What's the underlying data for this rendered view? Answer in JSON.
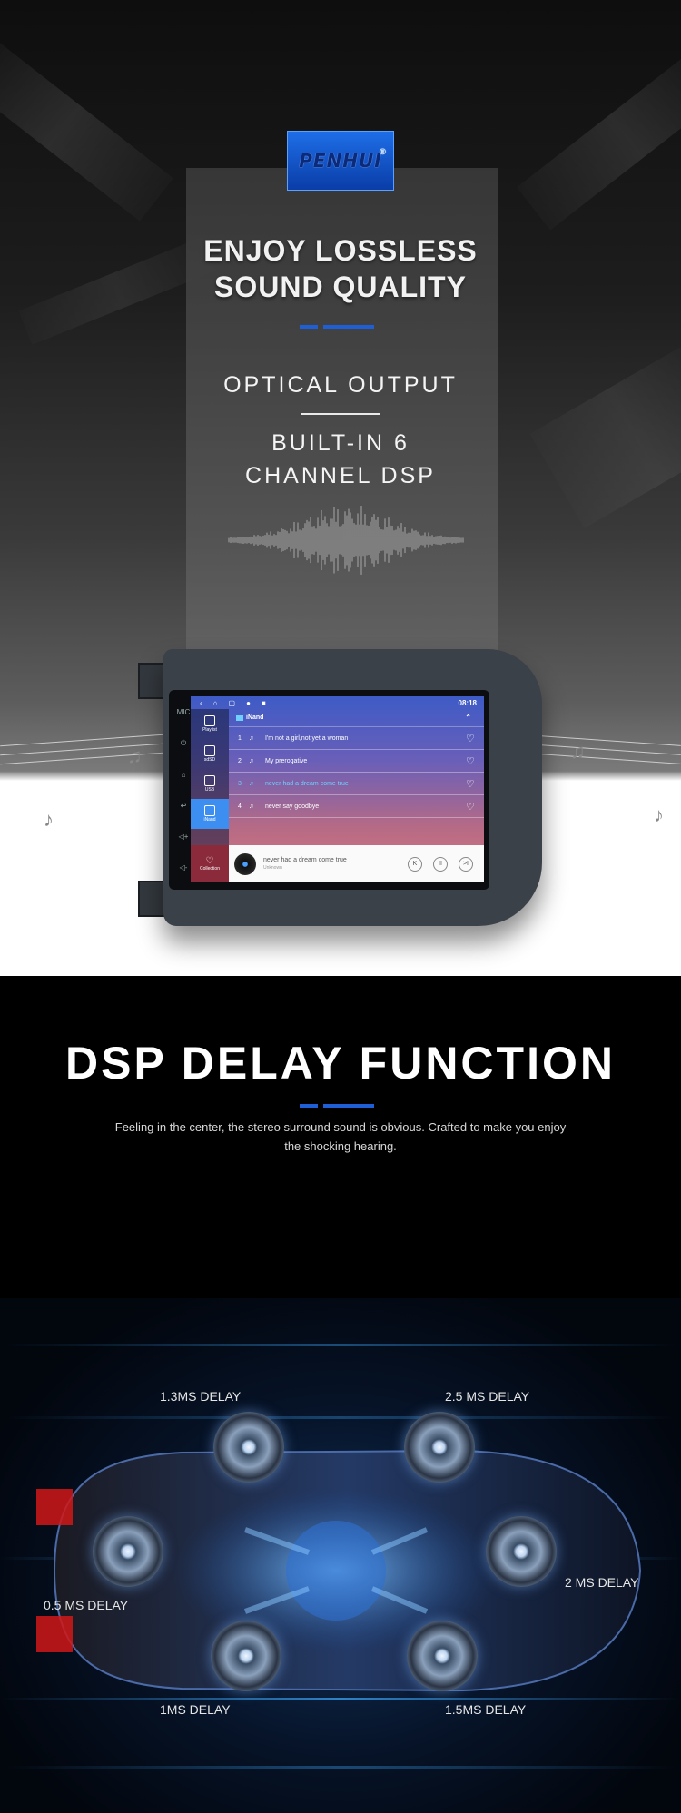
{
  "brand": {
    "logo_text": "PENHUI",
    "logo_mark": "®"
  },
  "hero": {
    "headline_line1": "ENJOY LOSSLESS",
    "headline_line2": "SOUND QUALITY",
    "feature1": "OPTICAL OUTPUT",
    "feature2_line1": "BUILT-IN 6",
    "feature2_line2": "CHANNEL DSP",
    "accent_color": "#1f5fd6"
  },
  "device": {
    "status_time": "08:18",
    "nav": [
      {
        "label": "Playlist",
        "icon": "list-icon"
      },
      {
        "label": "sdSD",
        "icon": "sd-card-icon"
      },
      {
        "label": "USB",
        "icon": "usb-icon"
      },
      {
        "label": "iNand",
        "icon": "storage-icon"
      },
      {
        "label": "Collection",
        "icon": "heart-icon"
      }
    ],
    "list_header": "iNand",
    "tracks": [
      {
        "num": "1",
        "title": "I'm not a girl,not yet a woman"
      },
      {
        "num": "2",
        "title": "My prerogative"
      },
      {
        "num": "3",
        "title": "never had a dream come true"
      },
      {
        "num": "4",
        "title": "never say goodbye"
      }
    ],
    "now_playing": {
      "title": "never had a dream come true",
      "artist": "Unknown"
    },
    "side_keys": [
      "MIC",
      "⏻",
      "⌂",
      "↩",
      "◁+",
      "◁-"
    ]
  },
  "dsp": {
    "title": "DSP DELAY FUNCTION",
    "description": "Feeling in the center, the stereo surround sound is obvious. Crafted to make you enjoy the shocking hearing.",
    "delays": {
      "front_left": "1.3MS DELAY",
      "front_right": "2.5 MS DELAY",
      "left": "0.5 MS DELAY",
      "right": "2 MS DELAY",
      "rear_left": "1MS DELAY",
      "rear_right": "1.5MS DELAY"
    }
  }
}
